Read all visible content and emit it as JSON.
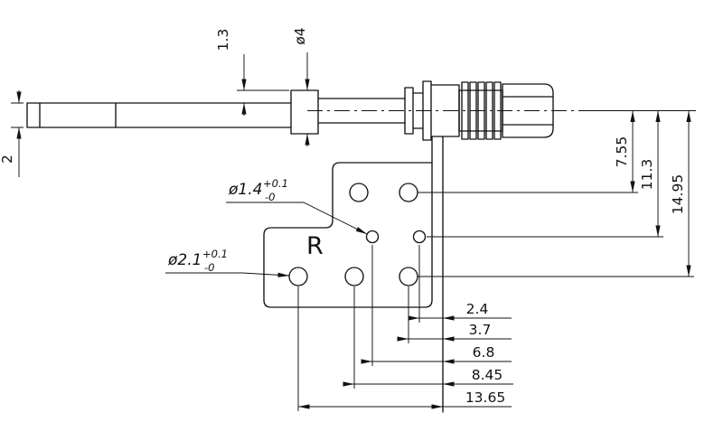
{
  "drawing": {
    "colors": {
      "line": "#111111",
      "background": "#ffffff"
    },
    "marking": {
      "label": "R"
    },
    "dims": {
      "rod_thickness": "2",
      "step_height": "1.3",
      "pin_diameter": "ø4",
      "row_offset_1": "7.55",
      "row_offset_2": "11.3",
      "row_offset_3": "14.95",
      "col_offset_1": "2.4",
      "col_offset_2": "3.7",
      "col_offset_3": "6.8",
      "col_offset_4": "8.45",
      "col_offset_5": "13.65"
    },
    "leaders": {
      "small_hole": {
        "base": "ø1.4",
        "sup": "+0.1",
        "sub": "-0"
      },
      "large_hole": {
        "base": "ø2.1",
        "sup": "+0.1",
        "sub": "-0"
      }
    }
  }
}
